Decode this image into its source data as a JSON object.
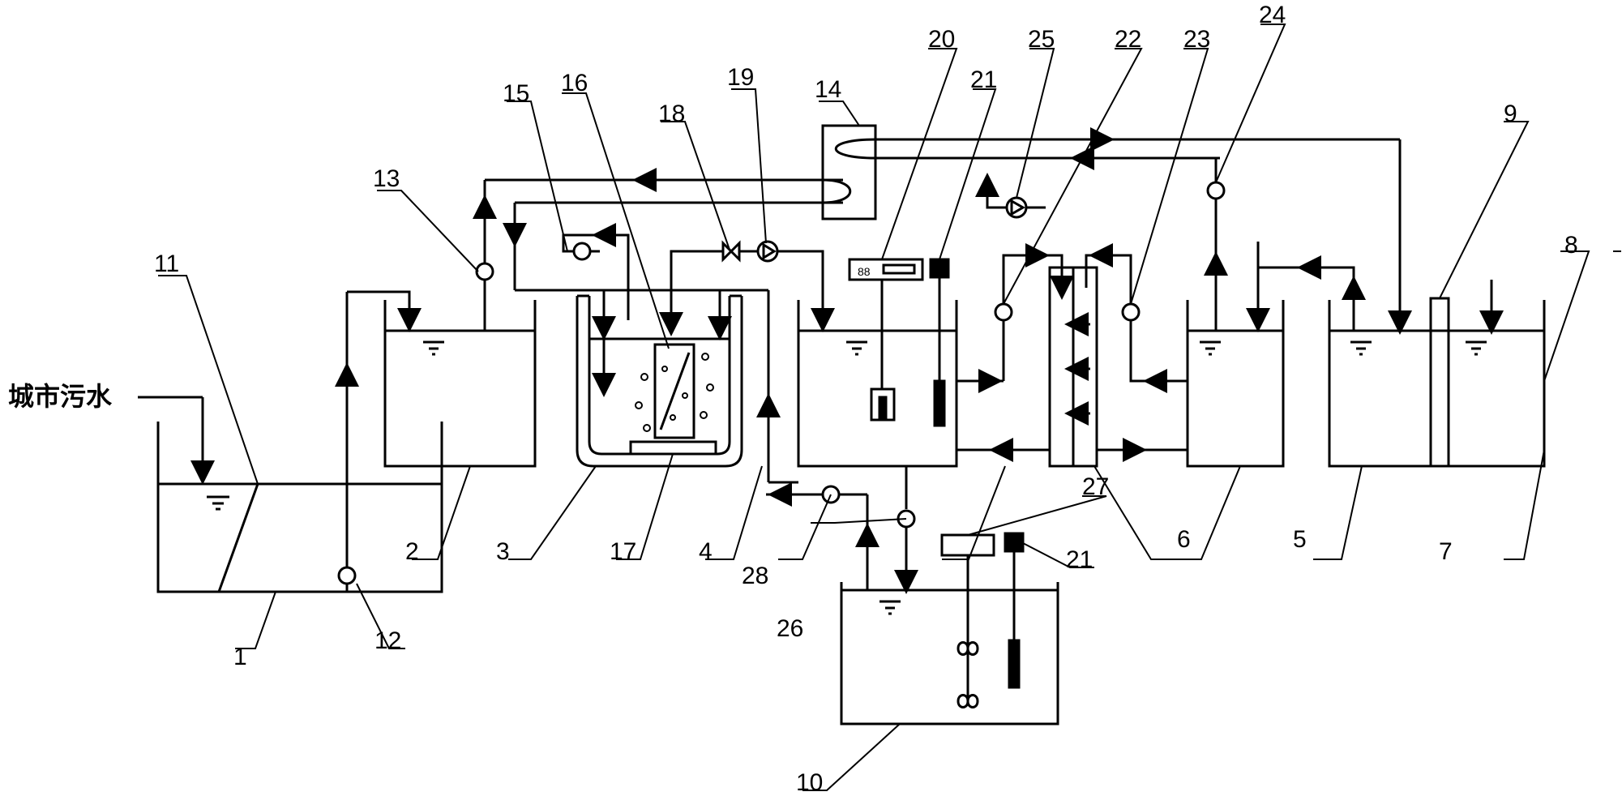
{
  "inlet_label": "城市污水",
  "labels": {
    "n1": "1",
    "n2": "2",
    "n3": "3",
    "n4": "4",
    "n5": "5",
    "n6": "6",
    "n7": "7",
    "n8": "8",
    "n9": "9",
    "n10": "10",
    "n11": "11",
    "n12": "12",
    "n13": "13",
    "n14": "14",
    "n15": "15",
    "n16": "16",
    "n17": "17",
    "n18": "18",
    "n19": "19",
    "n20": "20",
    "n21a": "21",
    "n21b": "21",
    "n22": "22",
    "n23": "23",
    "n24": "24",
    "n25": "25",
    "n26": "26",
    "n27": "27",
    "n28": "28"
  },
  "controller_display": "88"
}
